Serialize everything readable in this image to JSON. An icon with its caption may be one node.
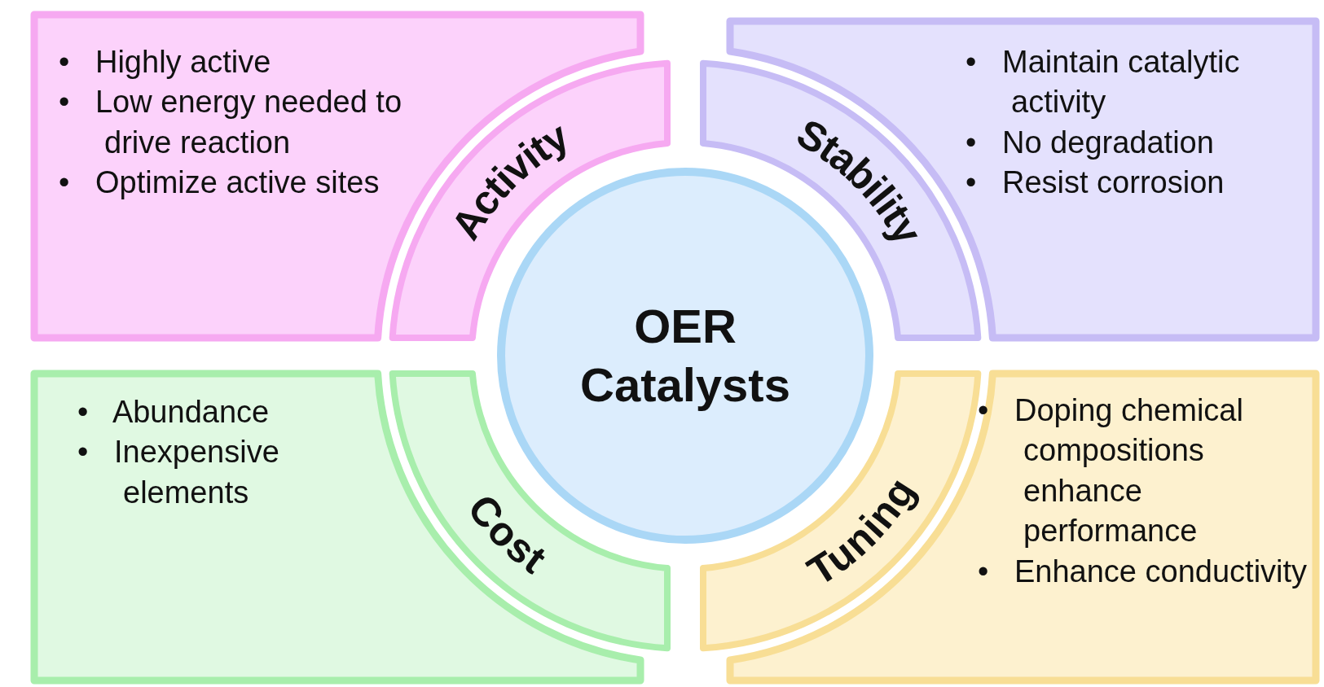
{
  "diagram": {
    "nodes": [
      {
        "text": [
          "•   Highly active",
          "•   Low energy needed to drive reaction",
          "•   Optimize active sites"
        ]
      },
      {
        "text": [
          "Activity"
        ]
      },
      {
        "text": [
          "•   Maintain catalytic activity",
          "•   No degradation",
          "•   Resist corrosion"
        ]
      },
      {
        "text": [
          "Stability"
        ]
      },
      {
        "text": [
          "OER Catalysts"
        ]
      },
      {
        "text": [
          "•   Abundance",
          "•   Inexpensive elements"
        ]
      },
      {
        "text": [
          "Cost"
        ]
      },
      {
        "text": [
          "•   Doping chemical compositions enhance performance",
          "•   Enhance conductivity"
        ]
      },
      {
        "text": [
          "Tuning"
        ]
      }
    ]
  }
}
